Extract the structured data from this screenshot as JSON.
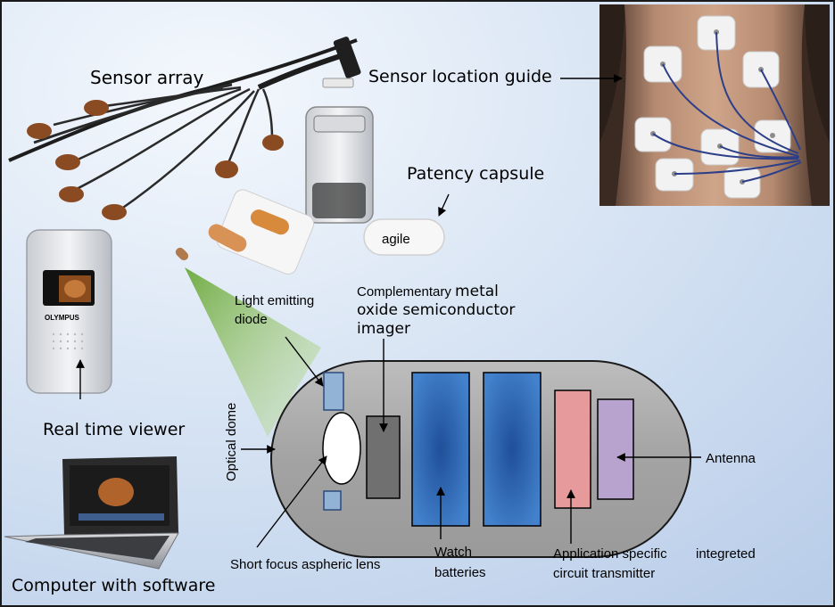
{
  "labels": {
    "sensor_array": "Sensor array",
    "sensor_location_guide": "Sensor location guide",
    "patency_capsule": "Patency capsule",
    "capsule_brand": "agile",
    "light_emitting_diode_line1": "Light emitting",
    "light_emitting_diode_line2": "diode",
    "cmos_line1_part1": "Complementary ",
    "cmos_line1_part2": "metal",
    "cmos_line2": "oxide semiconductor",
    "cmos_line3": "imager",
    "optical_dome": "Optical dome",
    "real_time_viewer": "Real time viewer",
    "viewer_brand": "OLYMPUS",
    "antenna": "Antenna",
    "short_focus_lens": "Short focus aspheric lens",
    "watch_batteries_line1": "Watch",
    "watch_batteries_line2": "batteries",
    "asic_line1_part1": "Application specific",
    "asic_line1_part2": "integreted",
    "asic_line2": "circuit  transmitter",
    "computer_with_software": "Computer with software"
  },
  "colors": {
    "background": "#c9d9ef",
    "capsule_body": "#a6a6a6",
    "led": "#93b3d6",
    "lens": "#ffffff",
    "cmos_imager": "#707070",
    "battery": "#3f79c4",
    "asic": "#e69a9c",
    "antenna": "#b8a3cf",
    "light_beam": "#8ec35a"
  }
}
